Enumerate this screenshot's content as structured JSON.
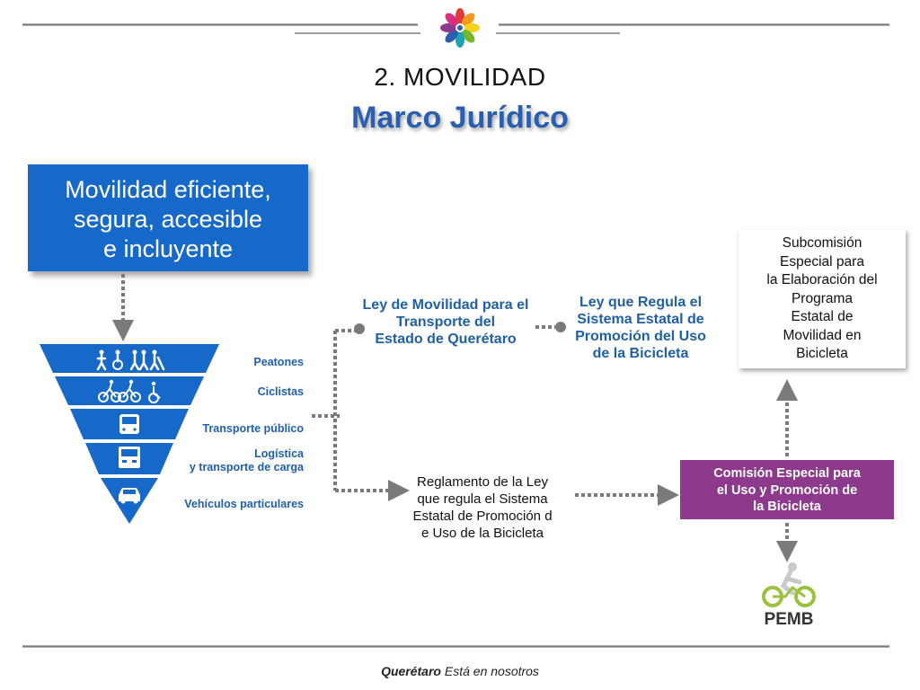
{
  "header": {
    "section": "2. MOVILIDAD",
    "title": "Marco Jurídico"
  },
  "blue_box": {
    "lines": [
      "Movilidad eficiente,",
      "segura, accesible",
      "e incluyente"
    ]
  },
  "pyramid": {
    "levels": [
      {
        "label": "Peatones",
        "icon": "pedestrians-icon"
      },
      {
        "label": "Ciclistas",
        "icon": "cyclists-icon"
      },
      {
        "label": "Transporte público",
        "icon": "bus-icon"
      },
      {
        "label_line1": "Logística",
        "label_line2": "y transporte de carga",
        "icon": "truck-icon"
      },
      {
        "label": "Vehículos particulares",
        "icon": "car-icon"
      }
    ]
  },
  "laws": {
    "ley_movilidad": [
      "Ley de Movilidad para el",
      "Transporte del",
      "Estado de Querétaro"
    ],
    "ley_bicicleta": [
      "Ley que Regula el",
      "Sistema Estatal de",
      "Promoción del Uso",
      "de la Bicicleta"
    ],
    "reglamento": [
      "Reglamento de la Ley",
      "que regula el Sistema",
      "Estatal de Promoción d",
      "e Uso de la Bicicleta"
    ]
  },
  "subcomision": [
    "Subcomisión",
    "Especial para",
    "la Elaboración del",
    "Programa",
    "Estatal de",
    "Movilidad en",
    "Bicicleta"
  ],
  "comision": [
    "Comisión Especial para",
    "el Uso  y Promoción de",
    "la Bicicleta"
  ],
  "pemb_logo": {
    "text": "PEMB"
  },
  "footer": {
    "brand": "Querétaro",
    "tagline": "Está en nosotros"
  },
  "colors": {
    "primary_blue": "#1769c9",
    "pyramid_blue": "#1769c9",
    "purple": "#8e3a8c",
    "connector_gray": "#7a7a7a",
    "pemb_green": "#9bc23c"
  }
}
